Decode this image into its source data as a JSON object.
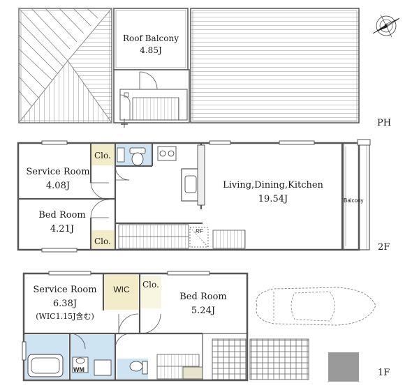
{
  "floors": {
    "ph": {
      "label": "PH",
      "roof_balcony": {
        "name": "Roof Balcony",
        "area": "4.85J"
      }
    },
    "f2": {
      "label": "2F",
      "service_room": {
        "name": "Service Room",
        "area": "4.08J"
      },
      "bed_room": {
        "name": "Bed Room",
        "area": "4.21J"
      },
      "ldk": {
        "name": "Living,Dining,Kitchen",
        "area": "19.54J"
      },
      "closet_upper": "Clo.",
      "closet_lower": "Clo.",
      "balcony": "Balcony",
      "rf": "RF"
    },
    "f1": {
      "label": "1F",
      "service_room": {
        "name": "Service Room",
        "area": "6.38J",
        "note": "(WIC1.15J含む)"
      },
      "wic": "WIC",
      "closet": "Clo.",
      "bed_room": {
        "name": "Bed Room",
        "area": "5.24J"
      },
      "wm": "WM"
    }
  },
  "colors": {
    "wall": "#555555",
    "roof_hatch": "#777777",
    "closet_fill": "#f3ecc8",
    "bath_fill": "#cfe4f3",
    "storage_fill": "#e8e3cc",
    "paving": "#9a9a9a"
  },
  "icons": [
    "compass-icon",
    "car-icon",
    "toilet-icon",
    "bathtub-icon",
    "sink-icon",
    "stove-icon",
    "stair-icon",
    "door-swing-icon"
  ]
}
